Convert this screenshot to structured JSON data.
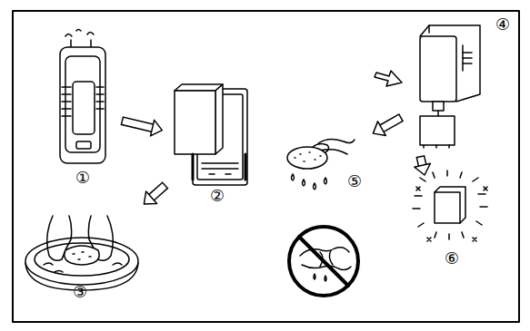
{
  "diagram": {
    "nodes": [
      {
        "text": [
          "①"
        ]
      },
      {
        "text": [
          "②"
        ]
      },
      {
        "text": [
          "③"
        ]
      },
      {
        "text": [
          "④"
        ]
      },
      {
        "text": [
          "⑤"
        ]
      },
      {
        "text": [
          "⑥"
        ]
      }
    ],
    "edges": [
      {
        "from": 0,
        "to": 1,
        "arrow": "to"
      },
      {
        "from": 1,
        "to": 2,
        "arrow": "to"
      },
      {
        "from": 3,
        "to": 4,
        "arrow": "to"
      },
      {
        "from": 3,
        "to": 5,
        "arrow": "to"
      }
    ]
  }
}
